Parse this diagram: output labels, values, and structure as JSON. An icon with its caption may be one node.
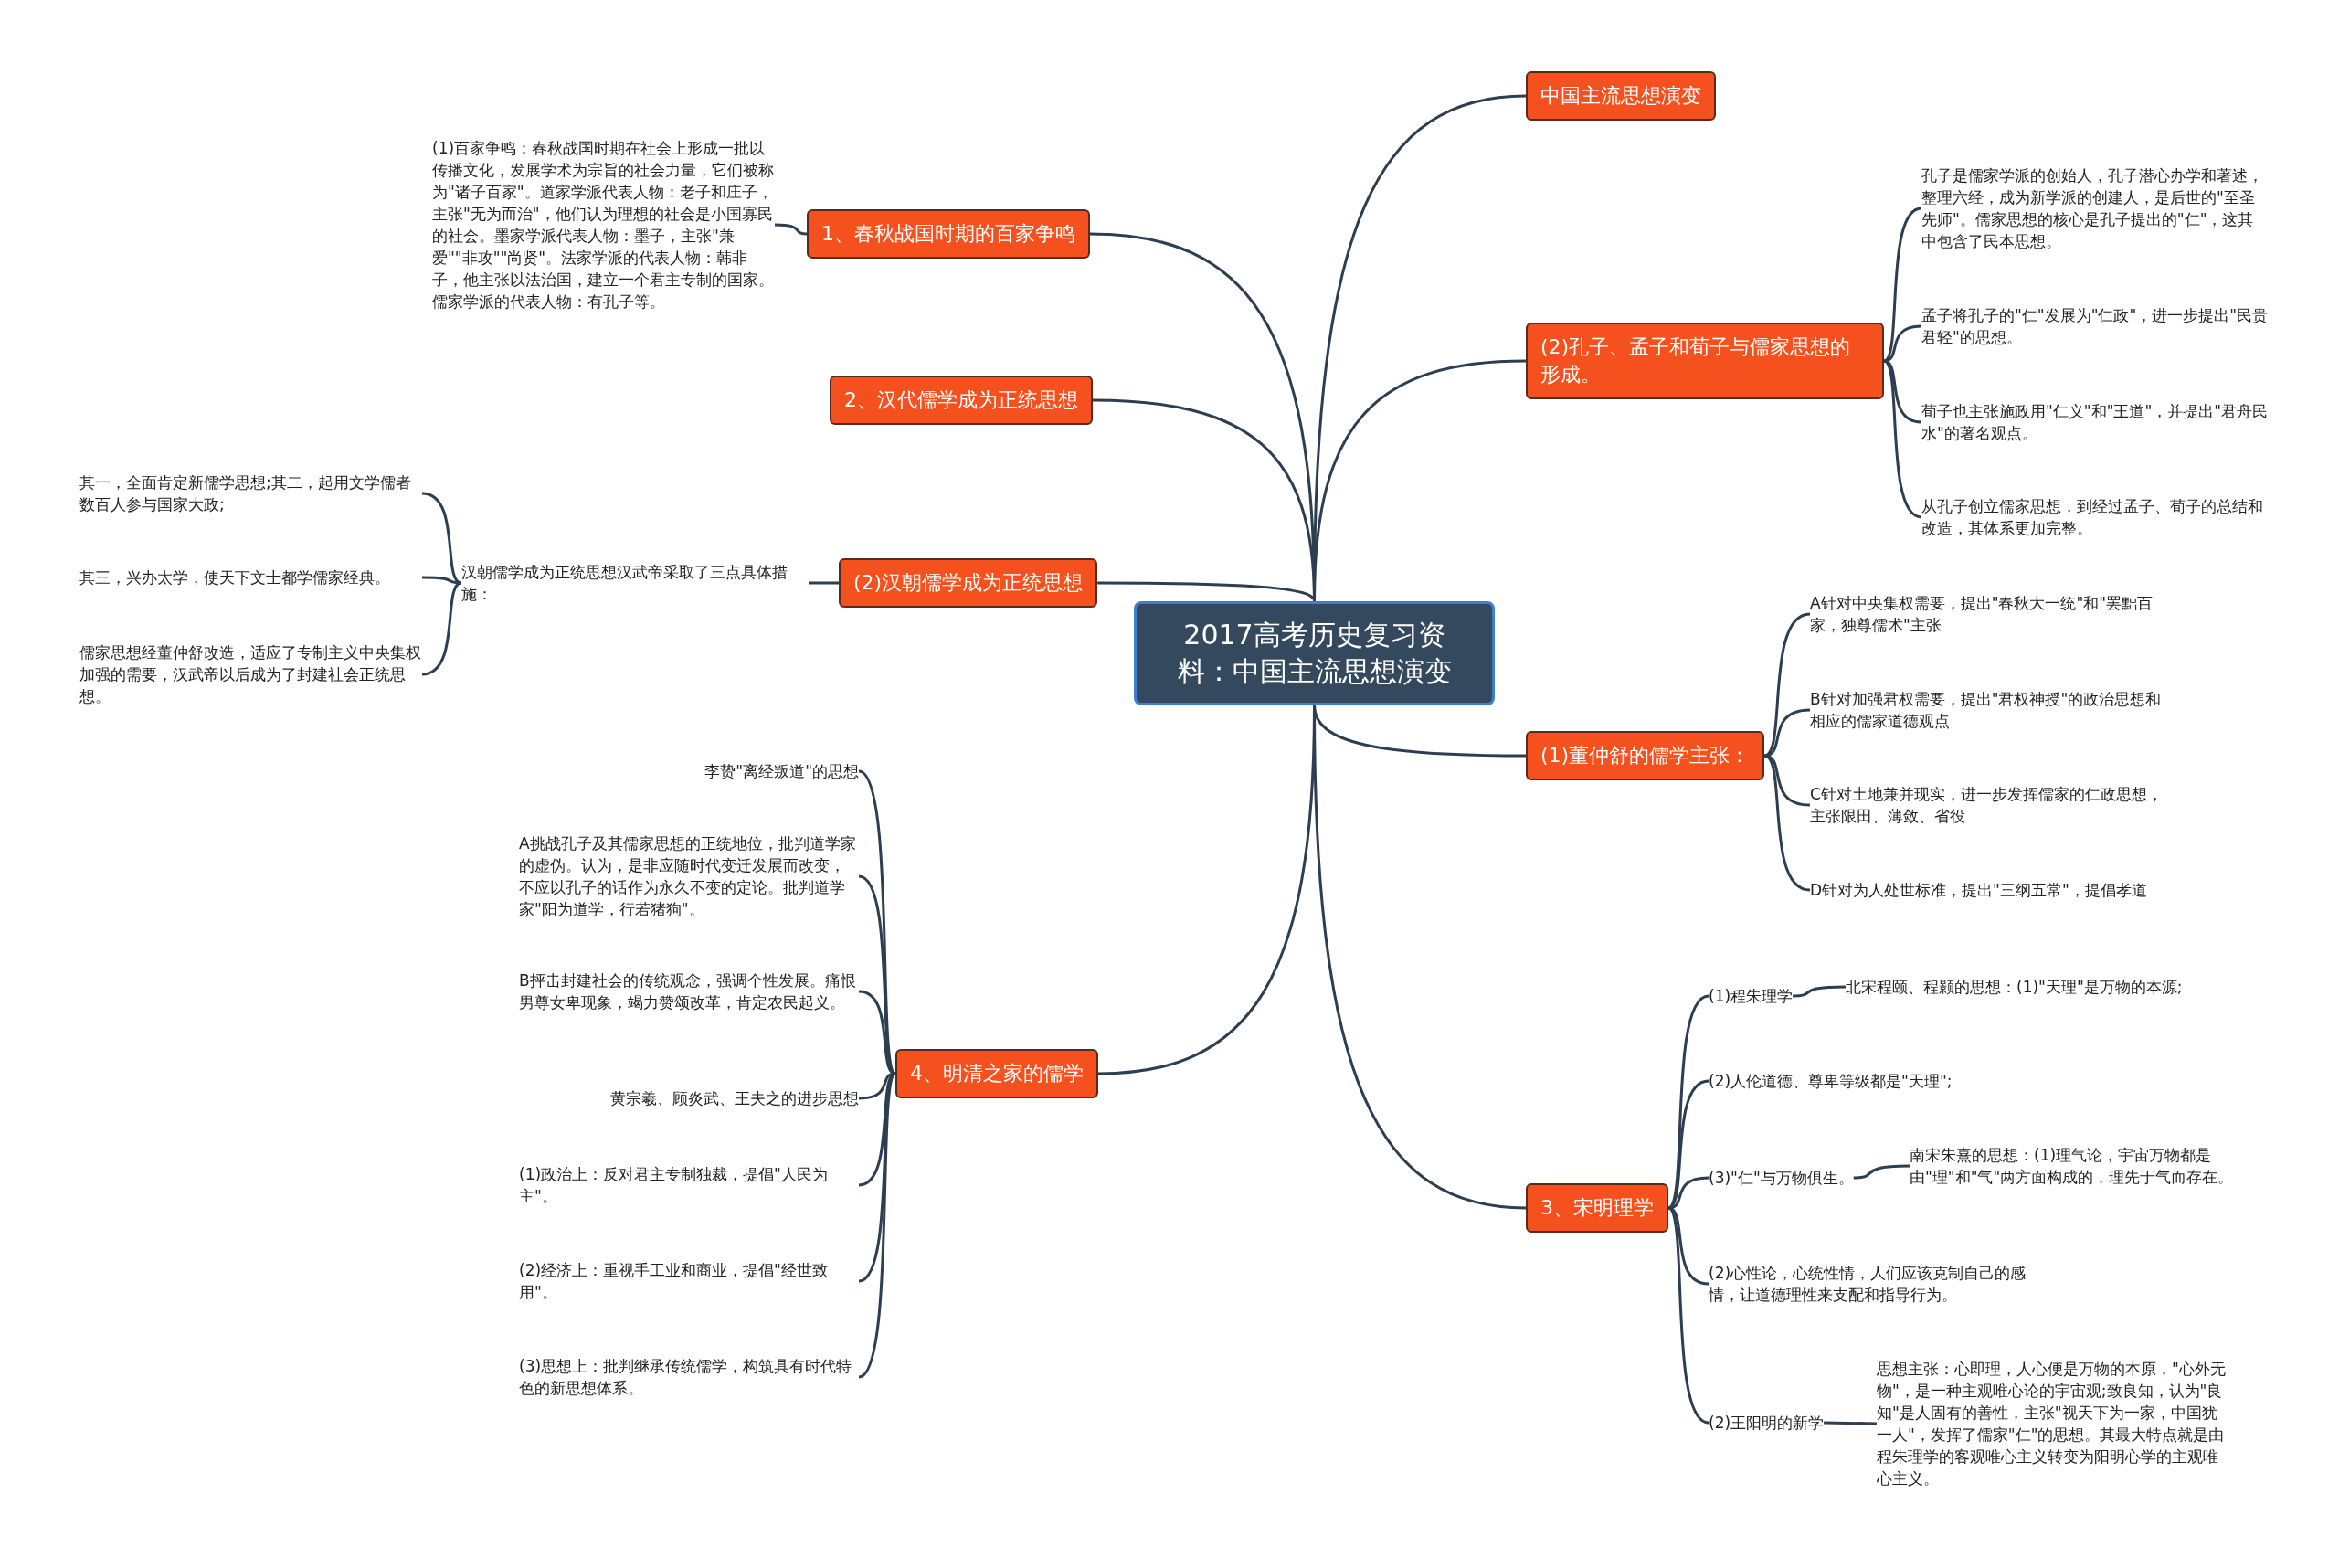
{
  "diagram": {
    "nodes": [
      {
        "text": [
          "2017高考历史复习资料：中国主流思想演变"
        ]
      },
      {
        "text": [
          "中国主流思想演变"
        ]
      },
      {
        "text": [
          "(2)孔子、孟子和荀子与儒家思想的形成。"
        ]
      },
      {
        "text": [
          "孔子是儒家学派的创始人，孔子潜心办学和著述，整理六经，成为新学派的创建人，是后世的\"至圣先师\"。儒家思想的核心是孔子提出的\"仁\"，这其中包含了民本思想。"
        ]
      },
      {
        "text": [
          "孟子将孔子的\"仁\"发展为\"仁政\"，进一步提出\"民贵君轻\"的思想。"
        ]
      },
      {
        "text": [
          "荀子也主张施政用\"仁义\"和\"王道\"，并提出\"君舟民水\"的著名观点。"
        ]
      },
      {
        "text": [
          "从孔子创立儒家思想，到经过孟子、荀子的总结和改造，其体系更加完整。"
        ]
      },
      {
        "text": [
          "(1)董仲舒的儒学主张："
        ]
      },
      {
        "text": [
          "A针对中央集权需要，提出\"春秋大一统\"和\"罢黜百家，独尊儒术\"主张"
        ]
      },
      {
        "text": [
          "B针对加强君权需要，提出\"君权神授\"的政治思想和相应的儒家道德观点"
        ]
      },
      {
        "text": [
          "C针对土地兼并现实，进一步发挥儒家的仁政思想，主张限田、薄敛、省役"
        ]
      },
      {
        "text": [
          "D针对为人处世标准，提出\"三纲五常\"，提倡孝道"
        ]
      },
      {
        "text": [
          "3、宋明理学"
        ]
      },
      {
        "text": [
          "(1)程朱理学"
        ]
      },
      {
        "text": [
          "北宋程颐、程颢的思想：(1)\"天理\"是万物的本源;"
        ]
      },
      {
        "text": [
          "(2)人伦道德、尊卑等级都是\"天理\";"
        ]
      },
      {
        "text": [
          "(3)\"仁\"与万物俱生。"
        ]
      },
      {
        "text": [
          "南宋朱熹的思想：(1)理气论，宇宙万物都是由\"理\"和\"气\"两方面构成的，理先于气而存在。"
        ]
      },
      {
        "text": [
          "(2)心性论，心统性情，人们应该克制自己的感情，让道德理性来支配和指导行为。"
        ]
      },
      {
        "text": [
          "(2)王阳明的新学"
        ]
      },
      {
        "text": [
          "思想主张：心即理，人心便是万物的本原，\"心外无物\"，是一种主观唯心论的宇宙观;致良知，认为\"良知\"是人固有的善性，主张\"视天下为一家，中国犹一人\"，发挥了儒家\"仁\"的思想。其最大特点就是由程朱理学的客观唯心主义转变为阳明心学的主观唯心主义。"
        ]
      },
      {
        "text": [
          "1、春秋战国时期的百家争鸣"
        ]
      },
      {
        "text": [
          "(1)百家争鸣：春秋战国时期在社会上形成一批以传播文化，发展学术为宗旨的社会力量，它们被称为\"诸子百家\"。道家学派代表人物：老子和庄子，主张\"无为而治\"，他们认为理想的社会是小国寡民的社会。墨家学派代表人物：墨子，主张\"兼爱\"\"非攻\"\"尚贤\"。法家学派的代表人物：韩非子，他主张以法治国，建立一个君主专制的国家。儒家学派的代表人物：有孔子等。"
        ]
      },
      {
        "text": [
          "2、汉代儒学成为正统思想"
        ]
      },
      {
        "text": [
          "(2)汉朝儒学成为正统思想"
        ]
      },
      {
        "text": [
          "汉朝儒学成为正统思想汉武帝采取了三点具体措施："
        ]
      },
      {
        "text": [
          "其一，全面肯定新儒学思想;其二，起用文学儒者数百人参与国家大政;"
        ]
      },
      {
        "text": [
          "其三，兴办太学，使天下文士都学儒家经典。"
        ]
      },
      {
        "text": [
          "儒家思想经董仲舒改造，适应了专制主义中央集权加强的需要，汉武帝以后成为了封建社会正统思想。"
        ]
      },
      {
        "text": [
          "4、明清之家的儒学"
        ]
      },
      {
        "text": [
          "李贽\"离经叛道\"的思想"
        ]
      },
      {
        "text": [
          "A挑战孔子及其儒家思想的正统地位，批判道学家的虚伪。认为，是非应随时代变迁发展而改变，不应以孔子的话作为永久不变的定论。批判道学家\"阳为道学，行若猪狗\"。"
        ]
      },
      {
        "text": [
          "B抨击封建社会的传统观念，强调个性发展。痛恨男尊女卑现象，竭力赞颂改革，肯定农民起义。"
        ]
      },
      {
        "text": [
          "黄宗羲、顾炎武、王夫之的进步思想"
        ]
      },
      {
        "text": [
          "(1)政治上：反对君主专制独裁，提倡\"人民为主\"。"
        ]
      },
      {
        "text": [
          "(2)经济上：重视手工业和商业，提倡\"经世致用\"。"
        ]
      },
      {
        "text": [
          "(3)思想上：批判继承传统儒学，构筑具有时代特色的新思想体系。"
        ]
      }
    ],
    "edges": [
      {
        "from": 0,
        "to": 1,
        "arrow": "none"
      },
      {
        "from": 0,
        "to": 2,
        "arrow": "none"
      },
      {
        "from": 2,
        "to": 3,
        "arrow": "none"
      },
      {
        "from": 2,
        "to": 4,
        "arrow": "none"
      },
      {
        "from": 2,
        "to": 5,
        "arrow": "none"
      },
      {
        "from": 2,
        "to": 6,
        "arrow": "none"
      },
      {
        "from": 0,
        "to": 7,
        "arrow": "none"
      },
      {
        "from": 7,
        "to": 8,
        "arrow": "none"
      },
      {
        "from": 7,
        "to": 9,
        "arrow": "none"
      },
      {
        "from": 7,
        "to": 10,
        "arrow": "none"
      },
      {
        "from": 7,
        "to": 11,
        "arrow": "none"
      },
      {
        "from": 0,
        "to": 12,
        "arrow": "none"
      },
      {
        "from": 12,
        "to": 13,
        "arrow": "none"
      },
      {
        "from": 13,
        "to": 14,
        "arrow": "none"
      },
      {
        "from": 12,
        "to": 15,
        "arrow": "none"
      },
      {
        "from": 12,
        "to": 16,
        "arrow": "none"
      },
      {
        "from": 16,
        "to": 17,
        "arrow": "none"
      },
      {
        "from": 12,
        "to": 18,
        "arrow": "none"
      },
      {
        "from": 12,
        "to": 19,
        "arrow": "none"
      },
      {
        "from": 19,
        "to": 20,
        "arrow": "none"
      },
      {
        "from": 0,
        "to": 21,
        "arrow": "none"
      },
      {
        "from": 21,
        "to": 22,
        "arrow": "none"
      },
      {
        "from": 0,
        "to": 23,
        "arrow": "none"
      },
      {
        "from": 0,
        "to": 24,
        "arrow": "none"
      },
      {
        "from": 24,
        "to": 25,
        "arrow": "none"
      },
      {
        "from": 25,
        "to": 26,
        "arrow": "none"
      },
      {
        "from": 25,
        "to": 27,
        "arrow": "none"
      },
      {
        "from": 25,
        "to": 28,
        "arrow": "none"
      },
      {
        "from": 0,
        "to": 29,
        "arrow": "none"
      },
      {
        "from": 29,
        "to": 30,
        "arrow": "none"
      },
      {
        "from": 29,
        "to": 31,
        "arrow": "none"
      },
      {
        "from": 29,
        "to": 32,
        "arrow": "none"
      },
      {
        "from": 29,
        "to": 33,
        "arrow": "none"
      },
      {
        "from": 29,
        "to": 34,
        "arrow": "none"
      },
      {
        "from": 29,
        "to": 35,
        "arrow": "none"
      },
      {
        "from": 29,
        "to": 36,
        "arrow": "none"
      }
    ]
  }
}
